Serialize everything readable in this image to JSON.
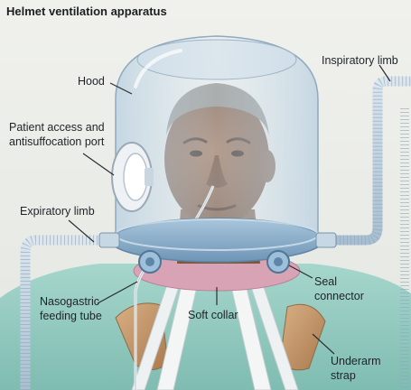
{
  "title": "Helmet ventilation apparatus",
  "labels": {
    "hood": "Hood",
    "inspiratory_limb": "Inspiratory limb",
    "patient_access_line1": "Patient access and",
    "patient_access_line2": "antisuffocation port",
    "expiratory_limb": "Expiratory limb",
    "seal_connector_line1": "Seal",
    "seal_connector_line2": "connector",
    "nasogastric_line1": "Nasogastric",
    "nasogastric_line2": "feeding tube",
    "soft_collar": "Soft collar",
    "underarm_strap_line1": "Underarm",
    "underarm_strap_line2": "strap"
  },
  "colors": {
    "background": "#eceee9",
    "hood_glass": "#c9dbe8",
    "collar_ring": "#8fb3cf",
    "soft_collar": "#d9a3b6",
    "gown": "#8fc7bd",
    "strap": "#c99a6a",
    "skin": "#8a6650",
    "tubing": "#b9cbdb"
  }
}
